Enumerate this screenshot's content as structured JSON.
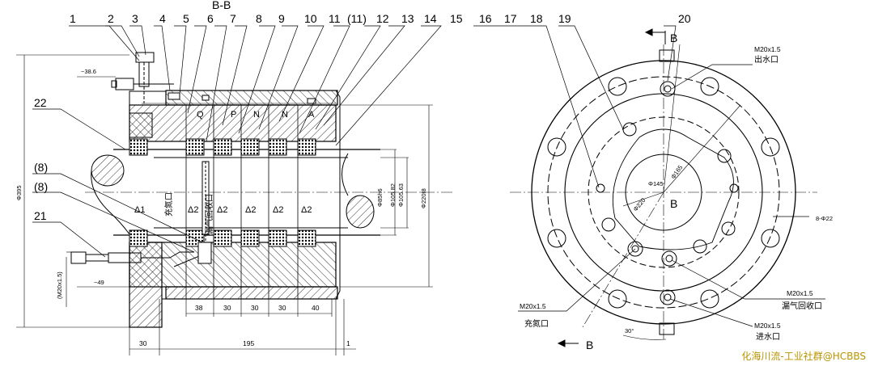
{
  "view_title": "B-B",
  "part_numbers": [
    "1",
    "2",
    "3",
    "4",
    "5",
    "6",
    "7",
    "8",
    "9",
    "10",
    "11",
    "(11)",
    "12",
    "13",
    "14",
    "15",
    "16",
    "17",
    "18",
    "19",
    "20"
  ],
  "left_callouts": {
    "p22": "22",
    "p8a": "(8)",
    "p8b": "(8)",
    "p21": "21"
  },
  "chamber_letters": [
    "Q",
    "P",
    "N",
    "N",
    "A"
  ],
  "delta_labels": [
    "Δ1",
    "Δ2",
    "Δ2",
    "Δ2",
    "Δ2",
    "Δ2"
  ],
  "port_texts": {
    "seal_gas": "充氮口",
    "leak_gas": "漏气回收口"
  },
  "dims": {
    "d386": "~38.6",
    "d49": "~49",
    "dm20": "(M20x1.5)",
    "d395": "Φ395",
    "d8596": "Φ85h6",
    "d10582": "Φ105.82",
    "d10563": "Φ105.63",
    "d220f8": "Φ220f8",
    "seg1": "38",
    "seg2": "30",
    "seg3": "30",
    "seg4": "30",
    "seg5": "40",
    "b30": "30",
    "b195": "195",
    "b1": "1"
  },
  "right_view": {
    "section_mark": "B",
    "center_mark": "B",
    "bottom_mark": "B",
    "d145": "Φ145",
    "d165": "Φ165",
    "d220": "Φ220",
    "holes": "8-Φ22",
    "angle": "30°",
    "out_thread": "M20x1.5",
    "out_label": "出水口",
    "leak_thread": "M20x1.5",
    "leak_label": "漏气回收口",
    "in_thread": "M20x1.5",
    "in_label": "进水口",
    "n2_thread": "M20x1.5",
    "n2_label": "充氮口"
  },
  "watermark": "化海川流-工业社群@HCBBS"
}
